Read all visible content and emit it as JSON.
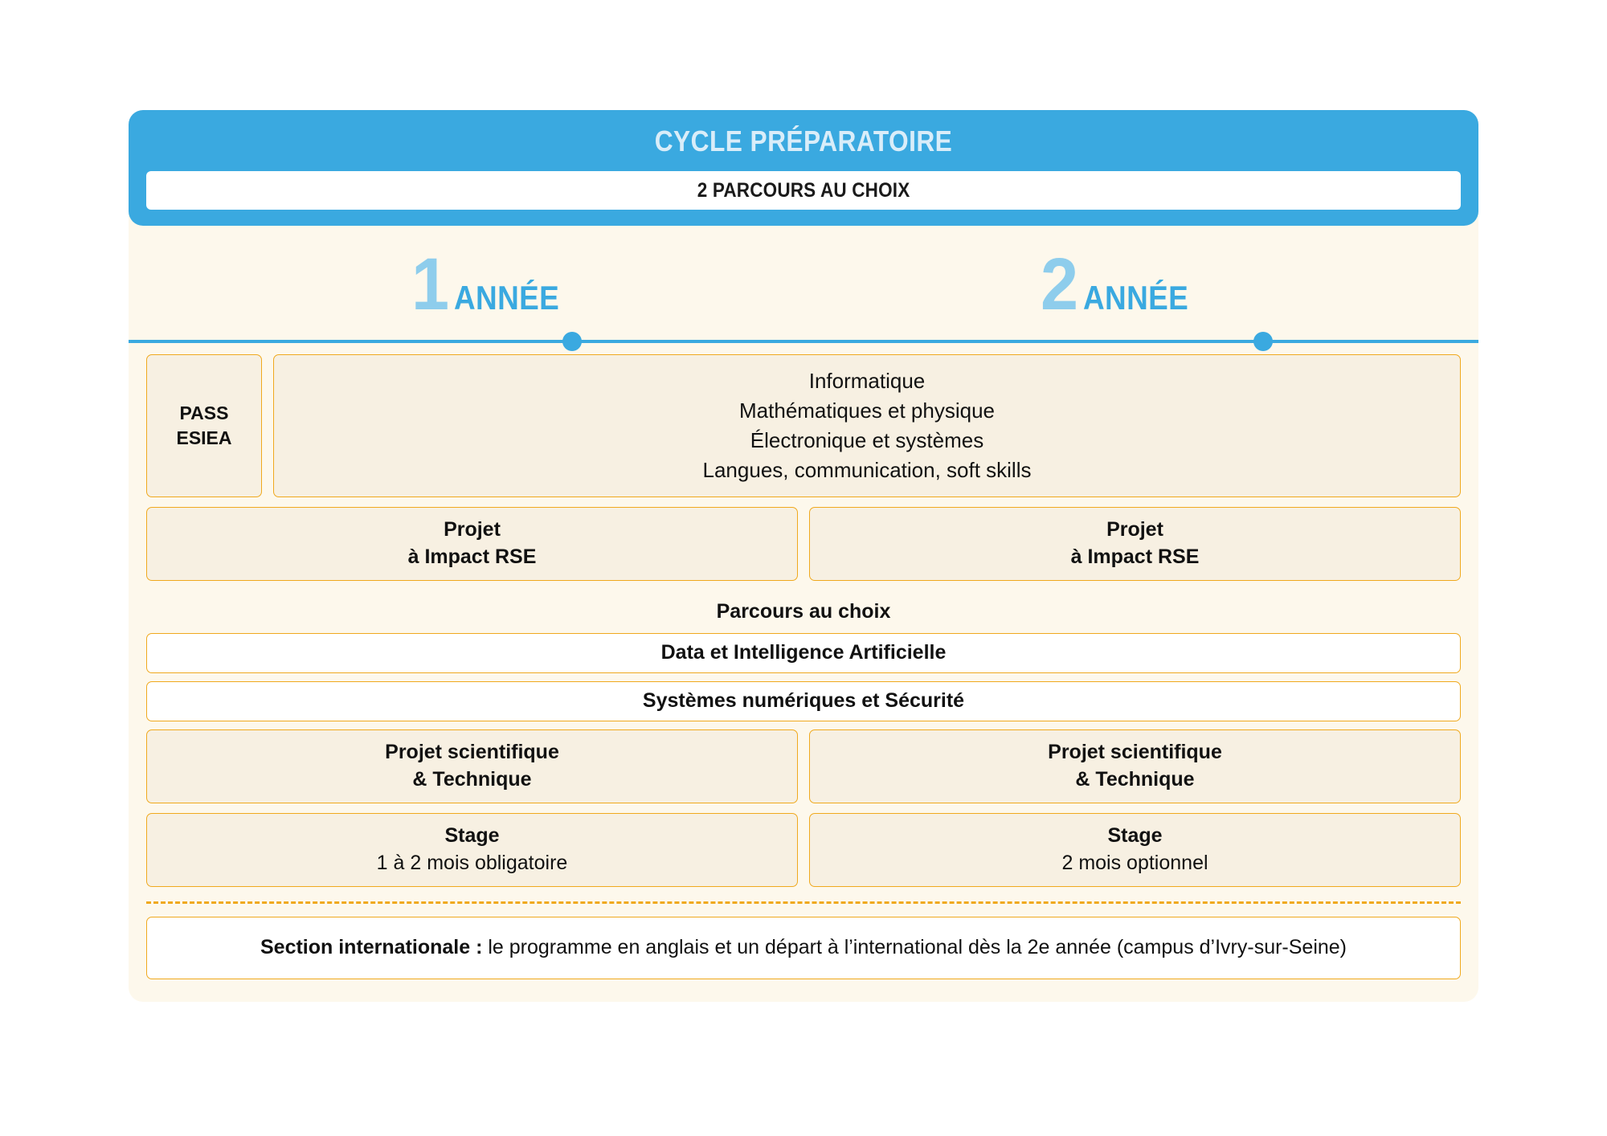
{
  "header": {
    "title": "CYCLE PRÉPARATOIRE",
    "subtitle": "2 PARCOURS AU CHOIX",
    "bg_color": "#3aa9e0",
    "title_color": "#d9edf9"
  },
  "timeline": {
    "years": [
      {
        "number": "1",
        "word": "ANNÉE"
      },
      {
        "number": "2",
        "word": "ANNÉE"
      }
    ],
    "line_color": "#3aa9e0",
    "dot_color": "#3aa9e0"
  },
  "pass": {
    "line1": "PASS",
    "line2": "ESIEA"
  },
  "subjects": [
    "Informatique",
    "Mathématiques et physique",
    "Électronique et systèmes",
    "Langues, communication, soft skills"
  ],
  "rse": {
    "year1": {
      "title": "Projet",
      "detail": "à Impact RSE"
    },
    "year2": {
      "title": "Projet",
      "detail": "à Impact RSE"
    }
  },
  "tracks": {
    "label": "Parcours au choix",
    "options": [
      "Data et Intelligence Artificielle",
      "Systèmes numériques et Sécurité"
    ]
  },
  "scientific_project": {
    "year1": {
      "title": "Projet scientifique",
      "detail": "& Technique"
    },
    "year2": {
      "title": "Projet scientifique",
      "detail": "& Technique"
    }
  },
  "internship": {
    "year1": {
      "title": "Stage",
      "detail": "1 à 2 mois obligatoire"
    },
    "year2": {
      "title": "Stage",
      "detail": "2 mois optionnel"
    }
  },
  "international": {
    "label": "Section internationale :",
    "text": " le programme en anglais et un départ à l’international dès la 2e année (campus d’Ivry-sur-Seine)"
  },
  "colors": {
    "accent_blue": "#3aa9e0",
    "light_blue": "#8ecdec",
    "gold_border": "#f0a91e",
    "panel_cream": "#fdf8ec",
    "box_cream": "#f7f0e2"
  }
}
